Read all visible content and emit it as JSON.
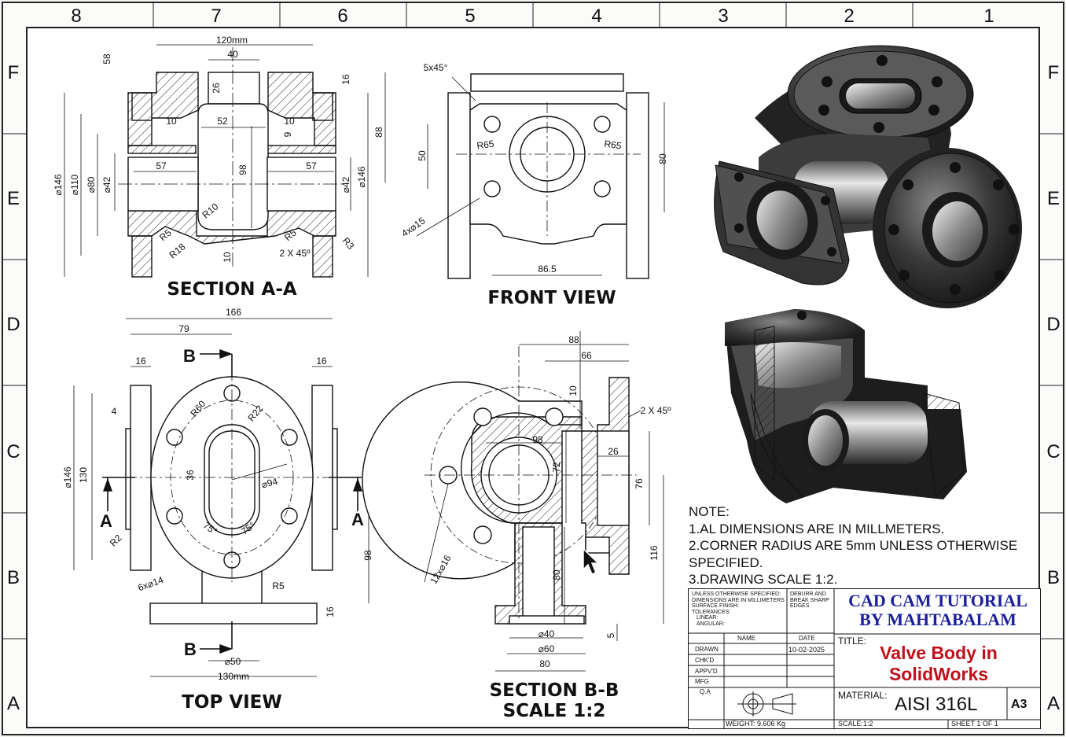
{
  "zone_columns": [
    "8",
    "7",
    "6",
    "5",
    "4",
    "3",
    "2",
    "1"
  ],
  "zone_rows": [
    "F",
    "E",
    "D",
    "C",
    "B",
    "A"
  ],
  "views": {
    "section_aa": {
      "label": "SECTION A-A",
      "dims": [
        "120mm",
        "40",
        "58",
        "16",
        "88",
        "26",
        "52",
        "10",
        "10",
        "9",
        "57",
        "57",
        "98",
        "⌀146",
        "⌀110",
        "⌀80",
        "⌀42",
        "⌀42",
        "⌀146",
        "R10",
        "R5",
        "R18",
        "10",
        "R5",
        "2 X 45º",
        "R3"
      ]
    },
    "front_view": {
      "label": "FRONT VIEW",
      "dims": [
        "5x45°",
        "R65",
        "R65",
        "50",
        "80",
        "4x⌀15",
        "86.5"
      ]
    },
    "top_view": {
      "label": "TOP VIEW",
      "dims": [
        "166",
        "79",
        "16",
        "16",
        "4",
        "R60",
        "R22",
        "⌀146",
        "130",
        "36",
        "⌀94",
        "75°",
        "75°",
        "R2",
        "6x⌀14",
        "R5",
        "98",
        "16",
        "⌀50",
        "130mm"
      ],
      "section_marks": [
        "B",
        "B",
        "A",
        "A"
      ]
    },
    "section_bb": {
      "label": "SECTION B-B",
      "sublabel": "SCALE 1:2",
      "dims": [
        "88",
        "66",
        "10",
        "2 X 45º",
        "98",
        "26",
        "72",
        "76",
        "116",
        "80",
        "12x⌀16",
        "⌀40",
        "⌀60",
        "80",
        "5"
      ]
    }
  },
  "notes": [
    "NOTE:",
    "1.AL DIMENSIONS ARE IN MILLMETERS.",
    "2.CORNER RADIUS ARE 5mm UNLESS OTHERWISE",
    "SPECIFIED.",
    "3.DRAWING SCALE 1:2."
  ],
  "title_block": {
    "unless_lines": [
      "UNLESS OTHERWISE SPECIFIED:",
      "DIMENSIONS ARE IN MILLIMETERS",
      "SURFACE FINISH:",
      "TOLERANCES:",
      "LINEAR:",
      "ANGULAR:"
    ],
    "deburr_lines": [
      "DEBURR AND",
      "BREAK SHARP",
      "EDGES"
    ],
    "company_line1": "CAD CAM TUTORIAL",
    "company_line2": "BY MAHTABALAM",
    "col_name": "NAME",
    "col_date": "DATE",
    "rows": [
      "DRAWN",
      "CHK'D",
      "APPV'D",
      "MFG",
      "Q.A"
    ],
    "drawn_date": "10-02-2025",
    "title_label": "TITLE:",
    "title_line1": "Valve Body in",
    "title_line2": "SolidWorks",
    "material_label": "MATERIAL:",
    "material": "AISI 316L",
    "size": "A3",
    "weight": "WEIGHT: 9.606 Kg",
    "scale": "SCALE:1:2",
    "sheet": "SHEET 1 OF 1"
  },
  "colors": {
    "company": "#1a1f9c",
    "title": "#c0101a",
    "line": "#111111"
  }
}
